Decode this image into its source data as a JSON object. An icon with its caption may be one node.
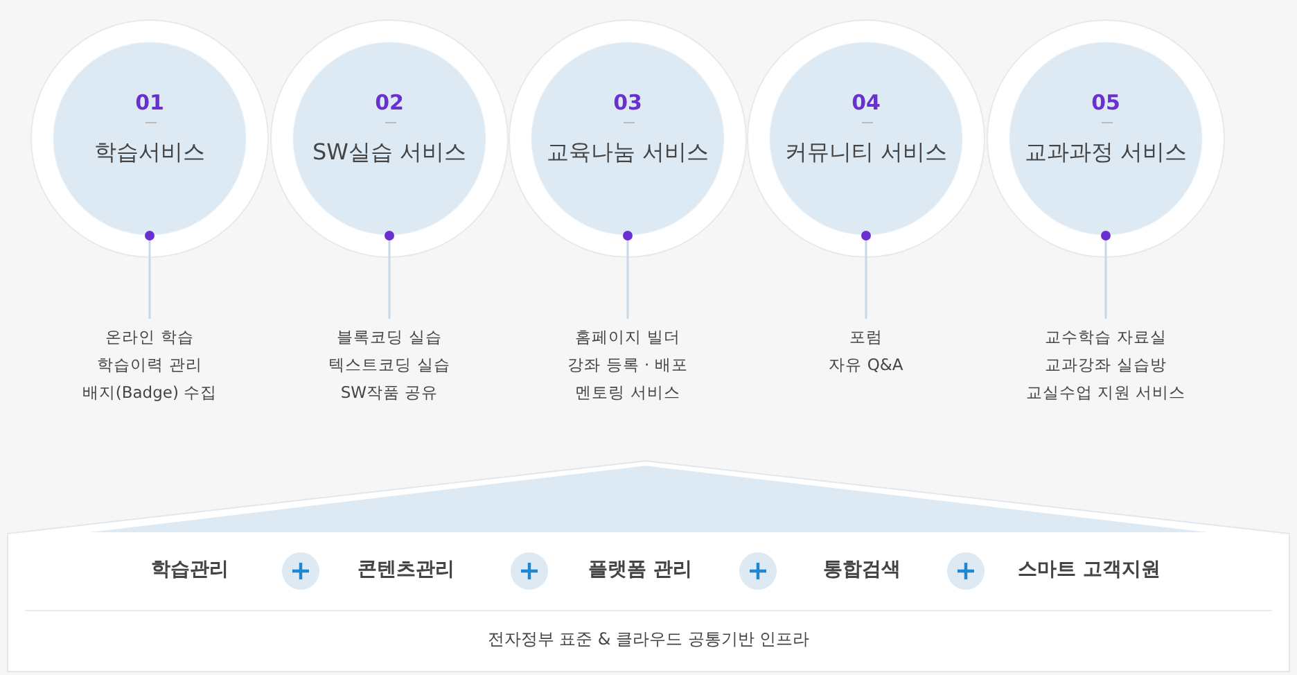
{
  "diagram": {
    "nodes": [
      {
        "text": [
          "01",
          "학습서비스"
        ]
      },
      {
        "text": [
          "02",
          "SW실습 서비스"
        ]
      },
      {
        "text": [
          "03",
          "교육나눔 서비스"
        ]
      },
      {
        "text": [
          "04",
          "커뮤니티 서비스"
        ]
      },
      {
        "text": [
          "05",
          "교과과정 서비스"
        ]
      },
      {
        "text": [
          "온라인 학습",
          "학습이력 관리",
          "배지(Badge) 수집"
        ]
      },
      {
        "text": [
          "블록코딩 실습",
          "텍스트코딩 실습",
          "SW작품 공유"
        ]
      },
      {
        "text": [
          "홈페이지 빌더",
          "강좌 등록 · 배포",
          "멘토링 서비스"
        ]
      },
      {
        "text": [
          "포럼",
          "자유 Q&A"
        ]
      },
      {
        "text": [
          "교수학습 자료실",
          "교과강좌 실습방",
          "교실수업 지원 서비스"
        ]
      },
      {
        "text": [
          "전자정부 표준 & 클라우드 공통기반 인프라"
        ]
      },
      {
        "text": [
          "학습관리"
        ],
        "in": 10
      },
      {
        "text": [
          "콘텐츠관리"
        ],
        "in": 10
      },
      {
        "text": [
          "플랫폼 관리"
        ],
        "in": 10
      },
      {
        "text": [
          "통합검색"
        ],
        "in": 10
      },
      {
        "text": [
          "스마트 고객지원"
        ],
        "in": 10
      }
    ],
    "edges": [
      {
        "from": 0,
        "to": 5,
        "arrow": "other"
      },
      {
        "from": 1,
        "to": 6,
        "arrow": "other"
      },
      {
        "from": 2,
        "to": 7,
        "arrow": "other"
      },
      {
        "from": 3,
        "to": 8,
        "arrow": "other"
      },
      {
        "from": 4,
        "to": 9,
        "arrow": "other"
      }
    ]
  }
}
